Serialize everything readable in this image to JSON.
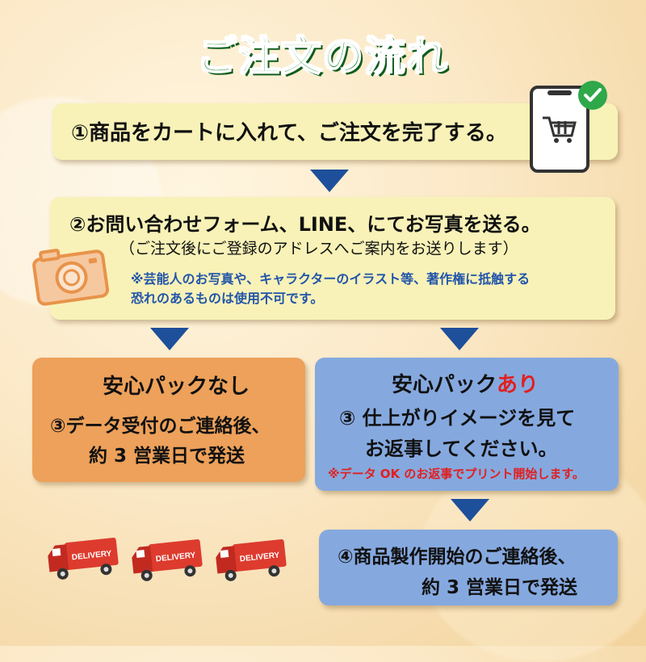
{
  "title": "ご注文の流れ",
  "step1": {
    "text": "①商品をカートに入れて、ご注文を完了する。"
  },
  "step2": {
    "text": "②お問い合わせフォーム、LINE、にてお写真を送る。",
    "sub": "（ご注文後にご登録のアドレスへご案内をお送りします）",
    "note_line1": "※芸能人のお写真や、キャラクターのイラスト等、著作権に抵触する",
    "note_line2": "恐れのあるものは使用不可です。"
  },
  "left_box": {
    "heading": "安心パックなし",
    "line1": "③データ受付のご連絡後、",
    "line2": "約 3 営業日で発送"
  },
  "right_box": {
    "heading_main": "安心パック",
    "heading_accent": "あり",
    "line1": "③ 仕上がりイメージを見て",
    "line2": "お返事してください。",
    "note": "※データ OK のお返事でプリント開始します。"
  },
  "step4": {
    "line1": "④商品製作開始のご連絡後、",
    "line2": "約 3 営業日で発送"
  },
  "trucks": [
    {
      "label": "DELIVERY"
    },
    {
      "label": "DELIVERY"
    },
    {
      "label": "DELIVERY"
    }
  ],
  "colors": {
    "title_green": "#1b8a2e",
    "cream": "#f8f2b8",
    "orange": "#eda15a",
    "blue": "#85a9df",
    "arrow": "#1e4f9a",
    "accent_red": "#e02020"
  }
}
